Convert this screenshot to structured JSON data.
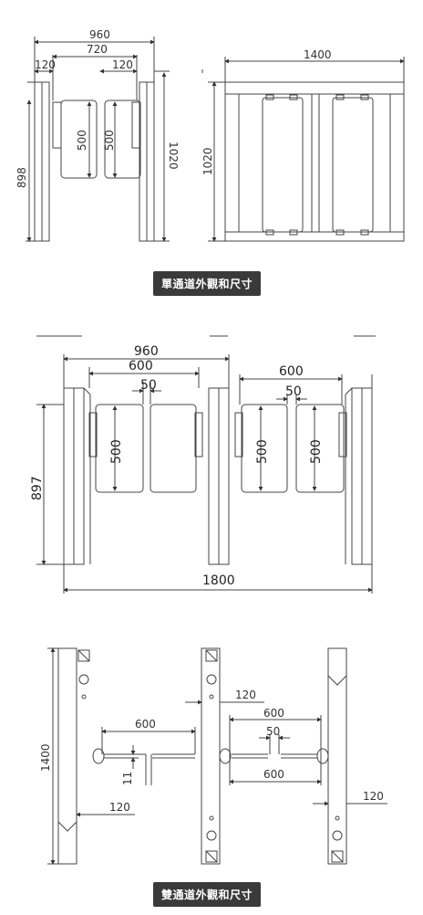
{
  "single": {
    "caption": "單通道外觀和尺寸",
    "dims": {
      "w960": "960",
      "w720": "720",
      "w120a": "120",
      "w120b": "120",
      "h500a": "500",
      "h500b": "500",
      "h1020": "1020",
      "h898": "898",
      "w1400": "1400",
      "h1020b": "1020"
    }
  },
  "double": {
    "caption": "雙通道外觀和尺寸",
    "front": {
      "w960": "960",
      "w600a": "600",
      "w50a": "50",
      "w600b": "600",
      "w50b": "50",
      "h500a": "500",
      "h500b": "500",
      "h500c": "500",
      "h897": "897",
      "w1800": "1800"
    },
    "top": {
      "w120a": "120",
      "w600a": "600",
      "w600b": "600",
      "w50": "50",
      "w600c": "600",
      "h11": "11",
      "w120b": "120",
      "w120c": "120",
      "h1400": "1400"
    }
  }
}
